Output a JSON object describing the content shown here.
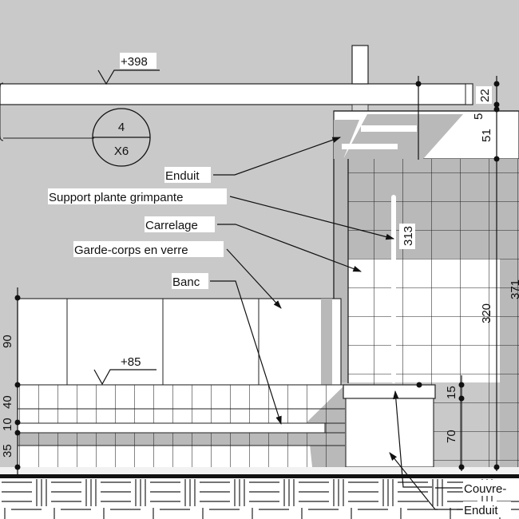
{
  "drawing": {
    "type": "architectural-elevation",
    "colors": {
      "background": "#c9c9c9",
      "shade": "#b9b9b9",
      "white": "#ffffff",
      "line": "#111111"
    },
    "levels": {
      "top": "+398",
      "bench": "+85"
    },
    "detail_tag": {
      "number": "4",
      "multiplier": "X6"
    },
    "labels": {
      "enduit_top": "Enduit",
      "support": "Support plante grimpante",
      "carrelage": "Carrelage",
      "garde_corps": "Garde-corps en verre",
      "banc": "Banc",
      "couvre": "Couvre-",
      "enduit_bottom": "Enduit"
    },
    "dimensions": {
      "d22": "22",
      "d5": "5",
      "d51": "51",
      "d313": "313",
      "d320": "320",
      "d371": "371",
      "d90": "90",
      "d40": "40",
      "d10": "10",
      "d35": "35",
      "d15": "15",
      "d70": "70"
    }
  }
}
